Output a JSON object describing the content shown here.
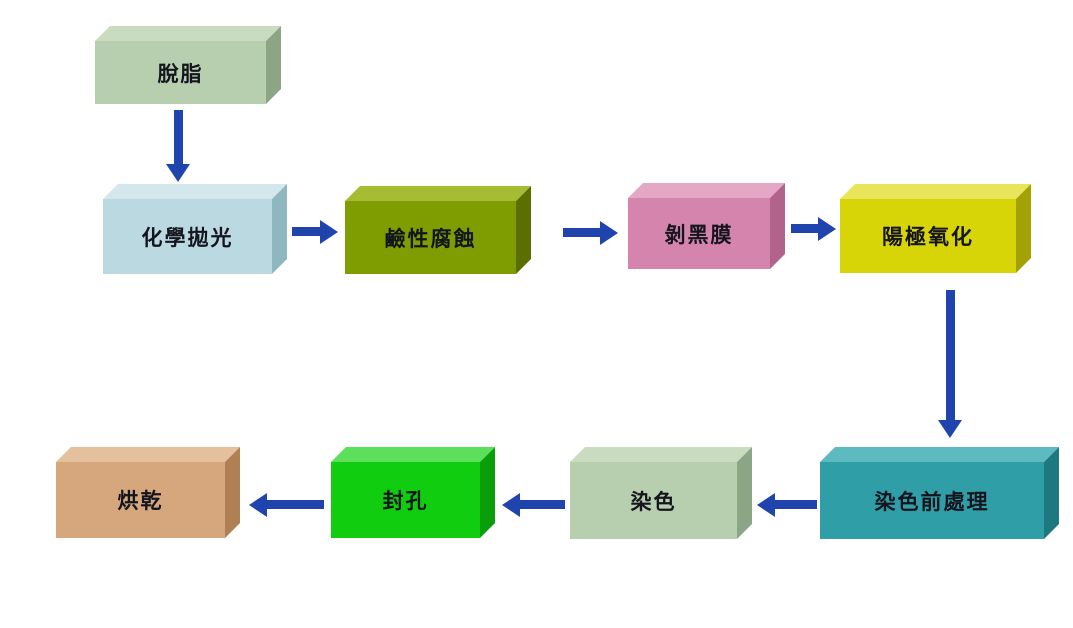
{
  "diagram": {
    "type": "process-flowchart",
    "background": "#ffffff",
    "text_color": "#15151f",
    "arrow_color": "#1f44ad",
    "nodes": [
      {
        "id": "degrease",
        "label": "脫脂",
        "colors": {
          "face": "#b7cfae",
          "top": "#c9dcc0",
          "side": "#8ca685"
        }
      },
      {
        "id": "chemical-polish",
        "label": "化學拋光",
        "colors": {
          "face": "#bad9e1",
          "top": "#d3e7ec",
          "side": "#8fb7c0"
        }
      },
      {
        "id": "alkaline-etch",
        "label": "鹼性腐蝕",
        "colors": {
          "face": "#7f9d01",
          "top": "#a6bc33",
          "side": "#5a6f00"
        }
      },
      {
        "id": "strip-black-film",
        "label": "剝黑膜",
        "colors": {
          "face": "#d585ad",
          "top": "#e4a8c6",
          "side": "#b2638c"
        }
      },
      {
        "id": "anodize",
        "label": "陽極氧化",
        "colors": {
          "face": "#d7d507",
          "top": "#e8e55a",
          "side": "#a3a103"
        }
      },
      {
        "id": "pre-dye-treatment",
        "label": "染色前處理",
        "colors": {
          "face": "#2f9ea6",
          "top": "#5dbac0",
          "side": "#1e7880"
        }
      },
      {
        "id": "dye",
        "label": "染色",
        "colors": {
          "face": "#b7cfae",
          "top": "#c9dcc0",
          "side": "#8ca685"
        }
      },
      {
        "id": "seal",
        "label": "封孔",
        "colors": {
          "face": "#10cd10",
          "top": "#5ce05c",
          "side": "#0a9e0a"
        }
      },
      {
        "id": "dry",
        "label": "烘乾",
        "colors": {
          "face": "#d6a77c",
          "top": "#e4c09c",
          "side": "#b07f54"
        }
      }
    ],
    "edges": [
      {
        "from": "degrease",
        "to": "chemical-polish",
        "direction": "down"
      },
      {
        "from": "chemical-polish",
        "to": "alkaline-etch",
        "direction": "right"
      },
      {
        "from": "alkaline-etch",
        "to": "strip-black-film",
        "direction": "right"
      },
      {
        "from": "strip-black-film",
        "to": "anodize",
        "direction": "right"
      },
      {
        "from": "anodize",
        "to": "pre-dye-treatment",
        "direction": "down"
      },
      {
        "from": "pre-dye-treatment",
        "to": "dye",
        "direction": "left"
      },
      {
        "from": "dye",
        "to": "seal",
        "direction": "left"
      },
      {
        "from": "seal",
        "to": "dry",
        "direction": "left"
      }
    ]
  }
}
